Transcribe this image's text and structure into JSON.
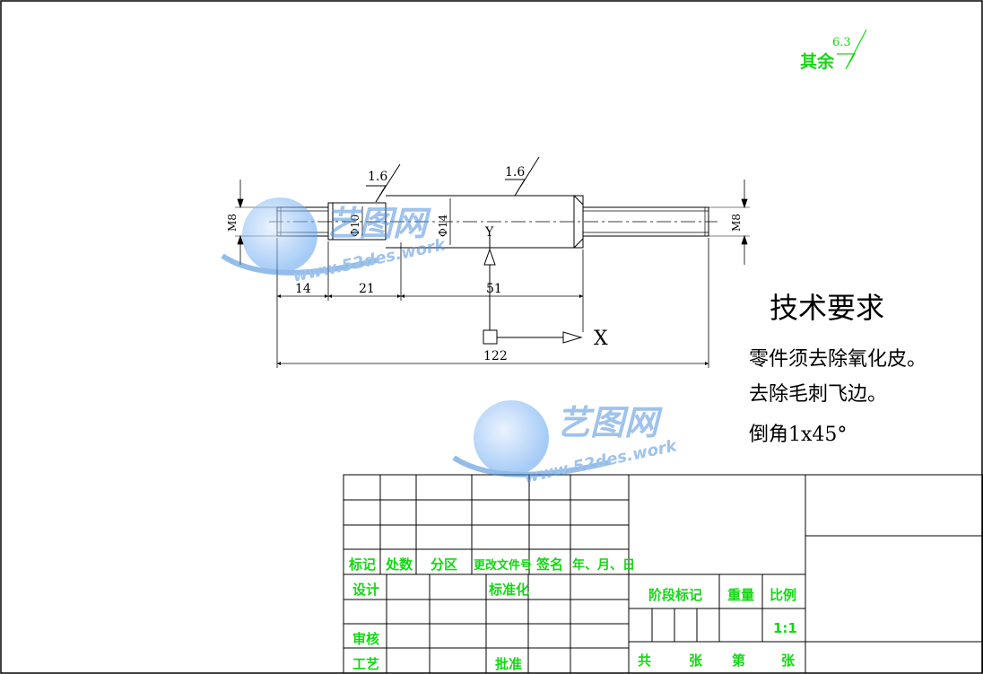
{
  "general_roughness": {
    "label": "其余",
    "value": "6.3"
  },
  "surface_roughness": [
    "1.6",
    "1.6"
  ],
  "diameters": {
    "left_thread": "M8",
    "left_shoulder": "Φ10",
    "middle": "Φ14",
    "right_thread": "M8"
  },
  "lengths": {
    "seg1": "14",
    "seg2": "21",
    "seg3": "51",
    "total": "122"
  },
  "axes": {
    "y": "Y",
    "x": "X"
  },
  "technical_requirements": {
    "title": "技术要求",
    "lines": [
      "零件须去除氧化皮。",
      "去除毛刺飞边。",
      "倒角1x45°"
    ]
  },
  "title_block": {
    "revision_headers": [
      "标记",
      "处数",
      "分区",
      "更改文件号",
      "签名",
      "年、月、日"
    ],
    "design": "设计",
    "standardization": "标准化",
    "review": "审核",
    "process": "工艺",
    "approval": "批准",
    "stage_mark": "阶段标记",
    "weight": "重量",
    "scale_label": "比例",
    "scale_value": "1:1",
    "sheet_total": "共",
    "sheet_unit": "张",
    "sheet_no": "第",
    "sheet_unit2": "张"
  },
  "watermark": {
    "brand": "艺图网",
    "url": "www.52des.work"
  }
}
